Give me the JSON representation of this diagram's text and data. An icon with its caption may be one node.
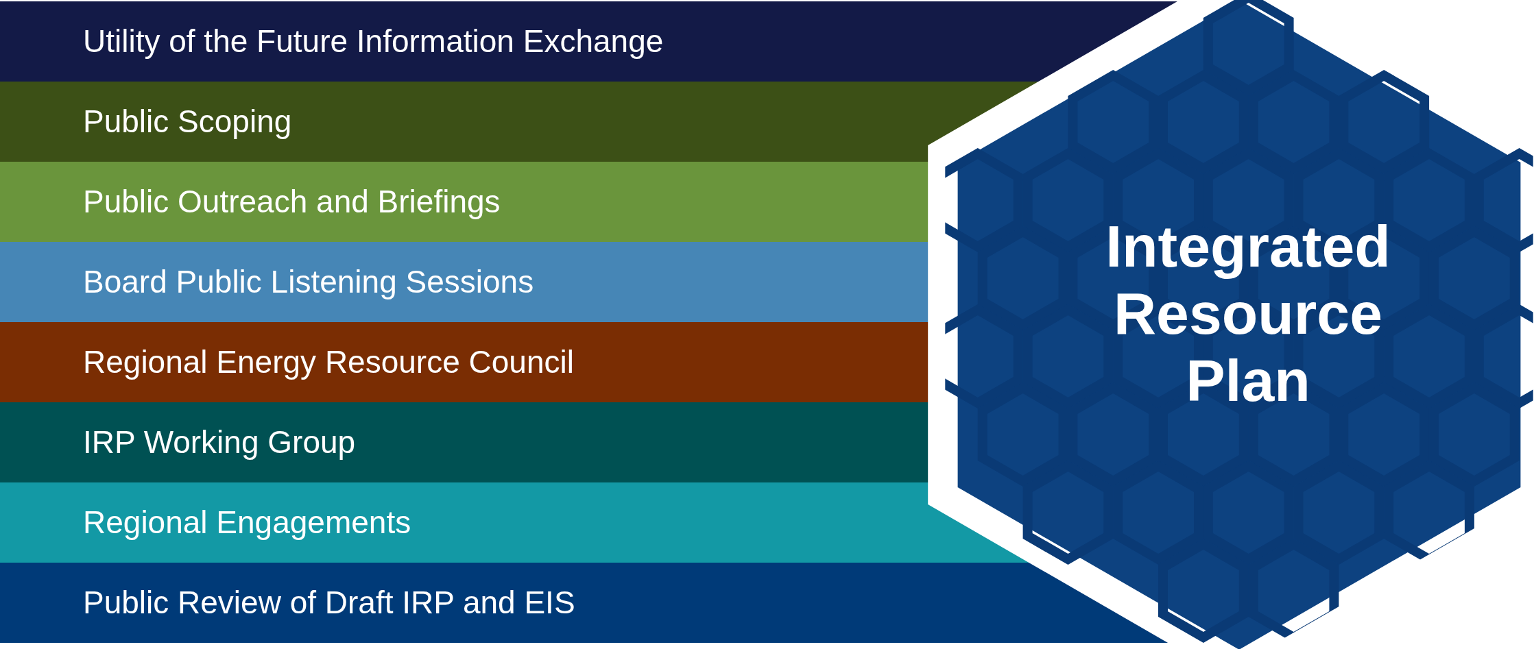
{
  "diagram": {
    "nodes": [
      {
        "text": [
          "Utility of the Future Information Exchange"
        ]
      },
      {
        "text": [
          "Public Scoping"
        ]
      },
      {
        "text": [
          "Public Outreach and Briefings"
        ]
      },
      {
        "text": [
          "Board Public Listening Sessions"
        ]
      },
      {
        "text": [
          "Regional Energy Resource Council"
        ]
      },
      {
        "text": [
          "IRP Working Group"
        ]
      },
      {
        "text": [
          "Regional Engagements"
        ]
      },
      {
        "text": [
          "Public Review of Draft IRP and EIS"
        ]
      },
      {
        "text": [
          "Integrated Resource Plan"
        ]
      }
    ]
  }
}
